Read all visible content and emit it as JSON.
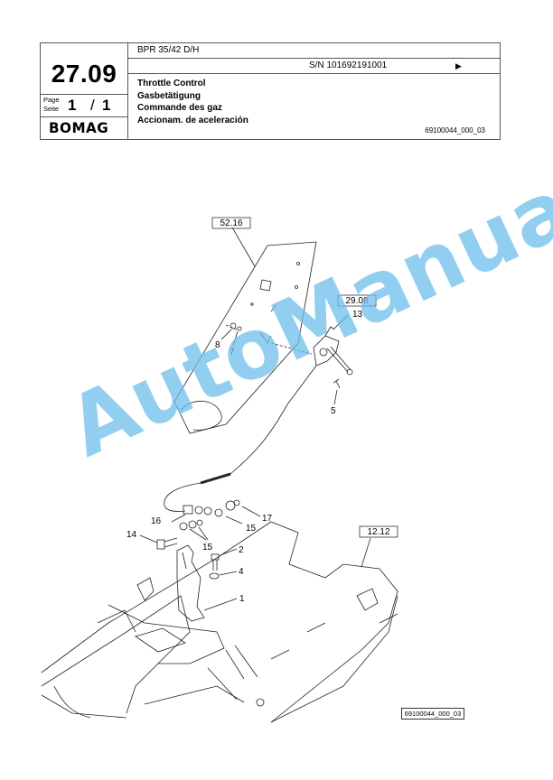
{
  "header": {
    "model": "BPR 35/42 D/H",
    "serial": "S/N 101692191001",
    "serial_arrow": "▶",
    "section_number": "27.09",
    "page_label_1": "Page",
    "page_label_2": "Seite",
    "page_current": "1",
    "page_separator": "/",
    "page_total": "1",
    "logo_text": "BOMAG",
    "titles": [
      "Throttle Control",
      "Gasbetätigung",
      "Commande des gaz",
      "Accionam. de aceleración"
    ],
    "drawing_number": "69100044_000_03"
  },
  "references": {
    "box_52_16": "52.16",
    "box_29_08": "29.08",
    "box_12_12": "12.12"
  },
  "callouts": [
    "1",
    "2",
    "4",
    "5",
    "7",
    "8",
    "13",
    "14",
    "15",
    "15",
    "16",
    "17"
  ],
  "footer": {
    "drawing_number": "69100044_000_03"
  },
  "watermark": "AutoManual"
}
